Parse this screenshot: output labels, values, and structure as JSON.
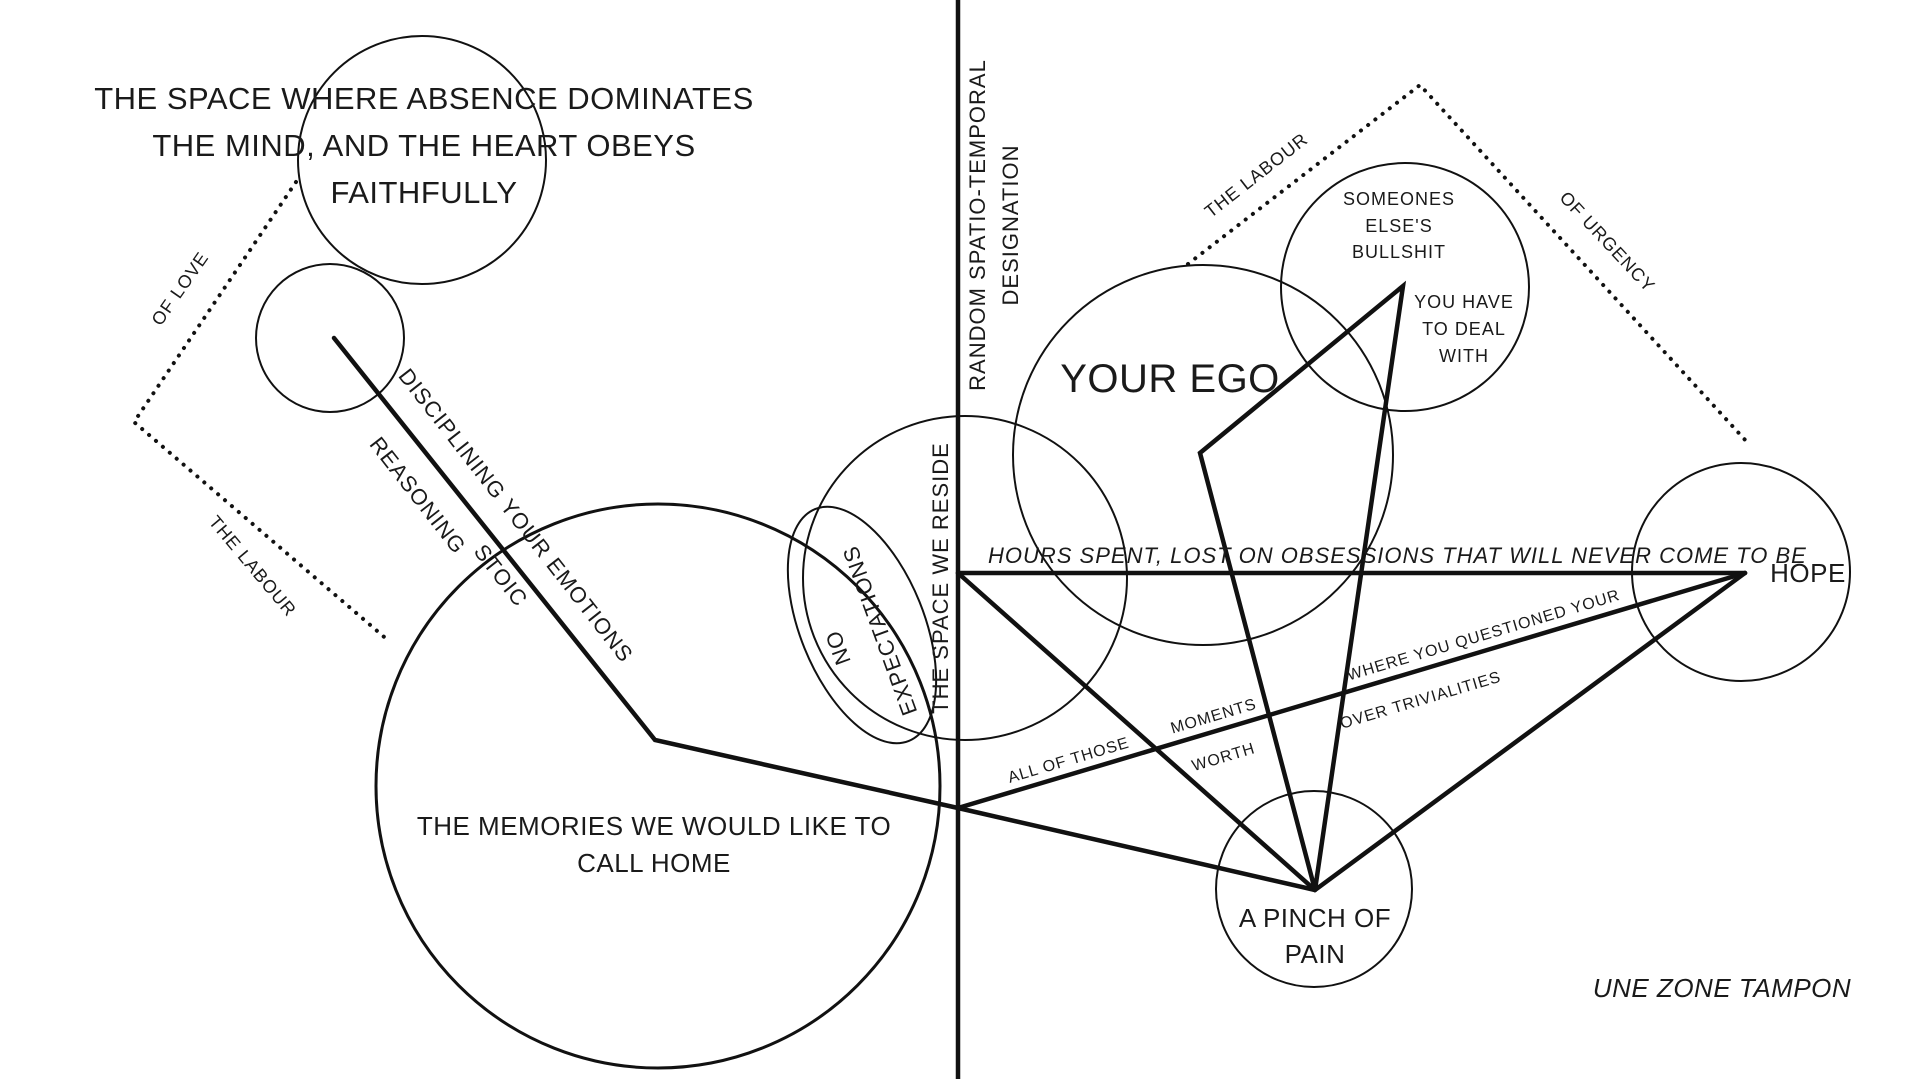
{
  "labels": {
    "title_line1": "THE SPACE WHERE ABSENCE DOMINATES",
    "title_line2": "THE MIND, AND THE HEART OBEYS",
    "title_line3": "FAITHFULLY",
    "of_love": "OF LOVE",
    "the_labour_left": "THE LABOUR",
    "disciplining": "DISCIPLINING YOUR EMOTIONS",
    "stoic": "STOIC",
    "reasoning": "REASONING",
    "memories_line1": "THE MEMORIES WE WOULD LIKE TO",
    "memories_line2": "CALL HOME",
    "no": "NO",
    "expectations": "EXPECTATIONS",
    "space_we_reside": "THE SPACE WE RESIDE",
    "random_line1": "RANDOM SPATIO-TEMPORAL",
    "random_line2": "DESIGNATION",
    "your_ego": "YOUR EGO",
    "the_labour_right": "THE LABOUR",
    "of_urgency": "OF URGENCY",
    "someones_line1": "SOMEONES",
    "someones_line2": "ELSE'S",
    "someones_line3": "BULLSHIT",
    "deal_line1": "YOU HAVE",
    "deal_line2": "TO DEAL",
    "deal_line3": "WITH",
    "hours_spent": "HOURS  SPENT,  LOST ON OBSESSIONS  THAT WILL NEVER COME TO BE",
    "hope": "HOPE",
    "where_questioned": "WHERE   YOU  QUESTIONED YOUR",
    "over_trivialities": "OVER  TRIVIALITIES",
    "moments": "MOMENTS",
    "worth": "WORTH",
    "all_of_those": "ALL  OF THOSE",
    "pinch_line1": "A PINCH OF",
    "pinch_line2": "PAIN",
    "une_zone": "UNE ZONE TAMPON"
  },
  "colors": {
    "ink": "#111111",
    "background": "#ffffff"
  }
}
